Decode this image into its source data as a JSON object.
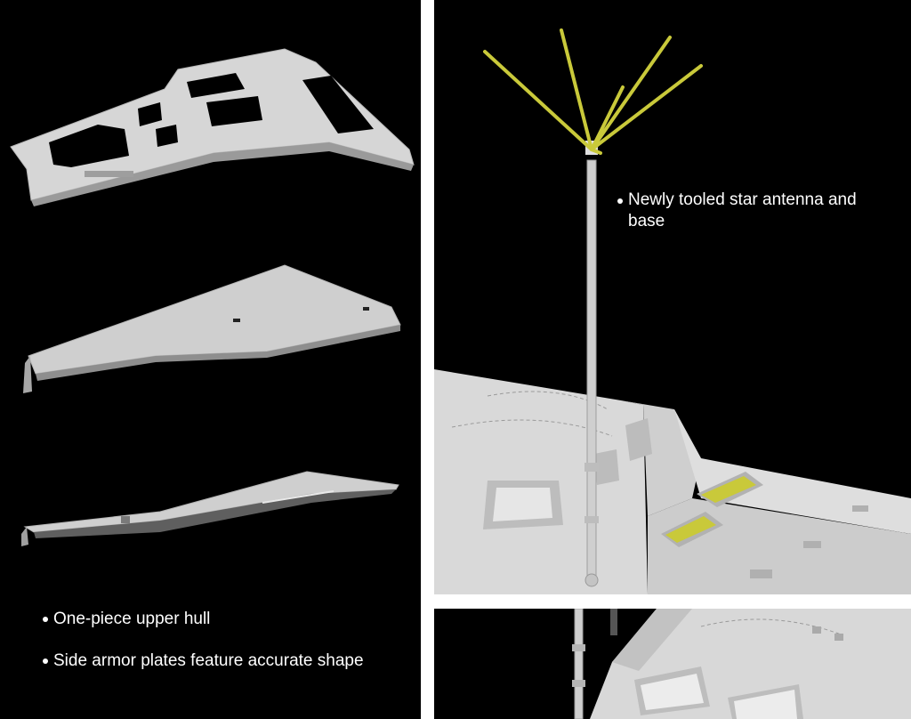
{
  "captions": {
    "upper_hull": "One-piece upper hull",
    "side_armor": "Side armor plates feature accurate shape",
    "antenna_line1": "Newly tooled star antenna and",
    "antenna_line2": "base"
  },
  "colors": {
    "background": "#000000",
    "divider": "#ffffff",
    "model_gray": "#d4d4d4",
    "antenna_yellow": "#c9c93a"
  }
}
